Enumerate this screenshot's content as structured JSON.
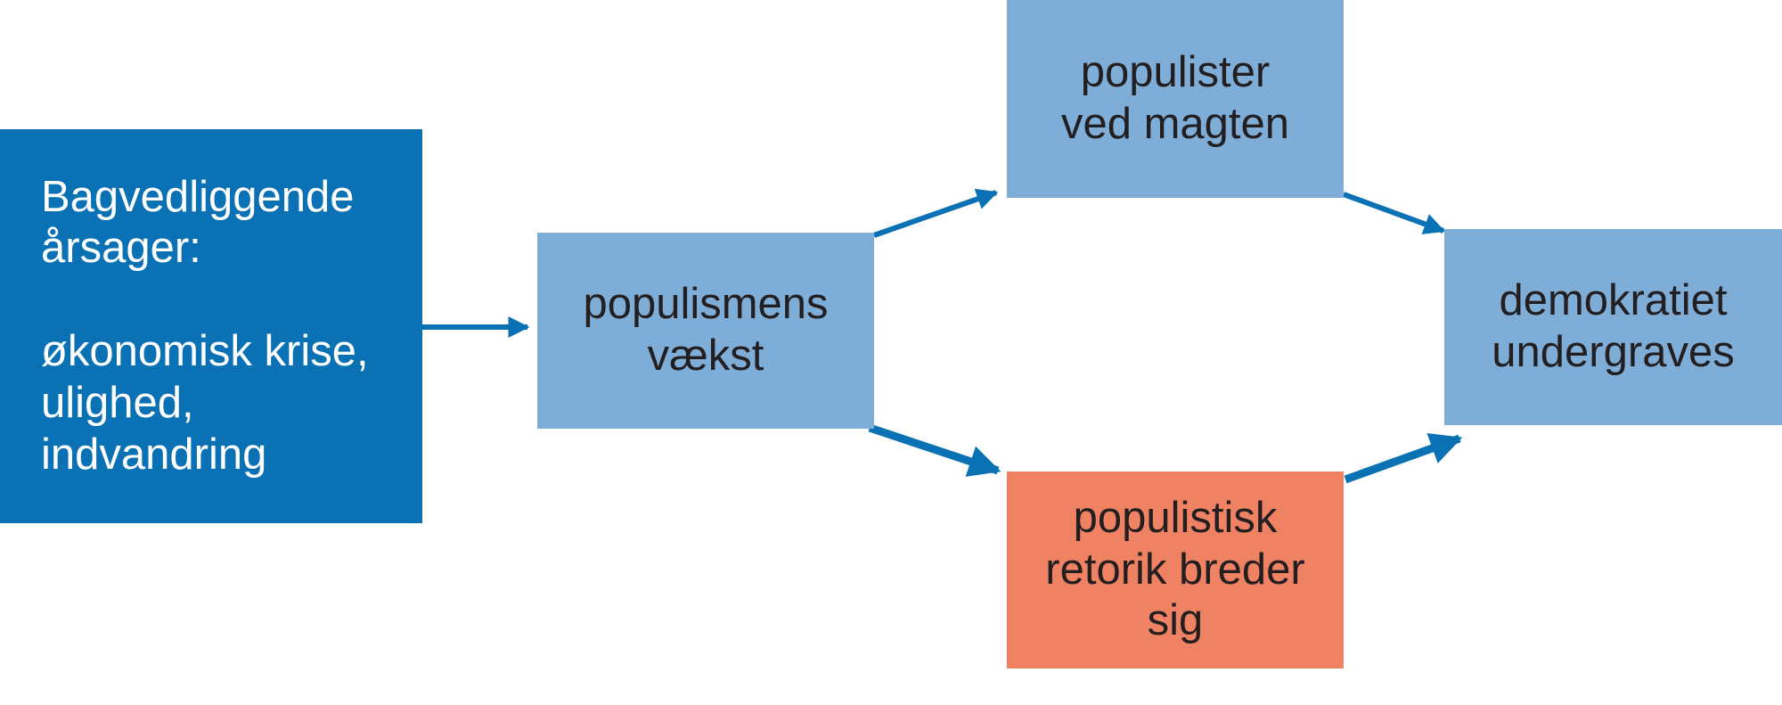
{
  "diagram": {
    "colors": {
      "dark_blue": "#0a72b4",
      "light_blue": "#7eadd8",
      "orange": "#f08264",
      "arrow": "#0a72b4"
    },
    "causes_box": {
      "label": "Bagvedliggende\nårsager:\n\nøkonomisk krise,\nulighed,\nindvandring"
    },
    "growth_box": {
      "label": "populismens\nvækst"
    },
    "power_box": {
      "label": "populister\nved magten"
    },
    "rhetoric_box": {
      "label": "populistisk\nretorik breder\nsig"
    },
    "democracy_box": {
      "label": "demokratiet\nundergraves"
    }
  }
}
